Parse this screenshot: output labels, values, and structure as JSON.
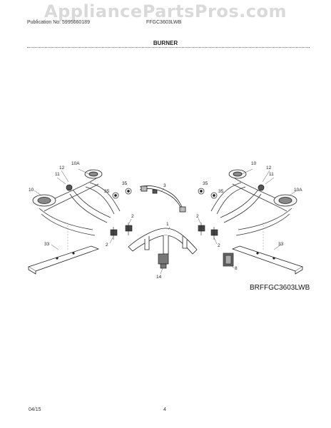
{
  "watermark": "AppliancePartsPros.com",
  "header": {
    "publication": "Publication No: 5995660189",
    "model": "FFGC3603LWB"
  },
  "section_title": "BURNER",
  "diagram_code": "BRFFGC3603LWB",
  "part_labels": {
    "p1": "1",
    "p2a": "2",
    "p2b": "2",
    "p2c": "2",
    "p2d": "2",
    "p3": "3",
    "p8": "8",
    "p10l": "10",
    "p10al": "10A",
    "p11l": "11",
    "p12l": "12",
    "p10r": "10",
    "p10ar": "10A",
    "p11r": "11",
    "p12r": "12",
    "p14": "14",
    "p33l": "33",
    "p33r": "33",
    "p35a": "35",
    "p35b": "35",
    "p35c": "35",
    "p35d": "35"
  },
  "footer": {
    "date": "04/15",
    "page": "4"
  }
}
